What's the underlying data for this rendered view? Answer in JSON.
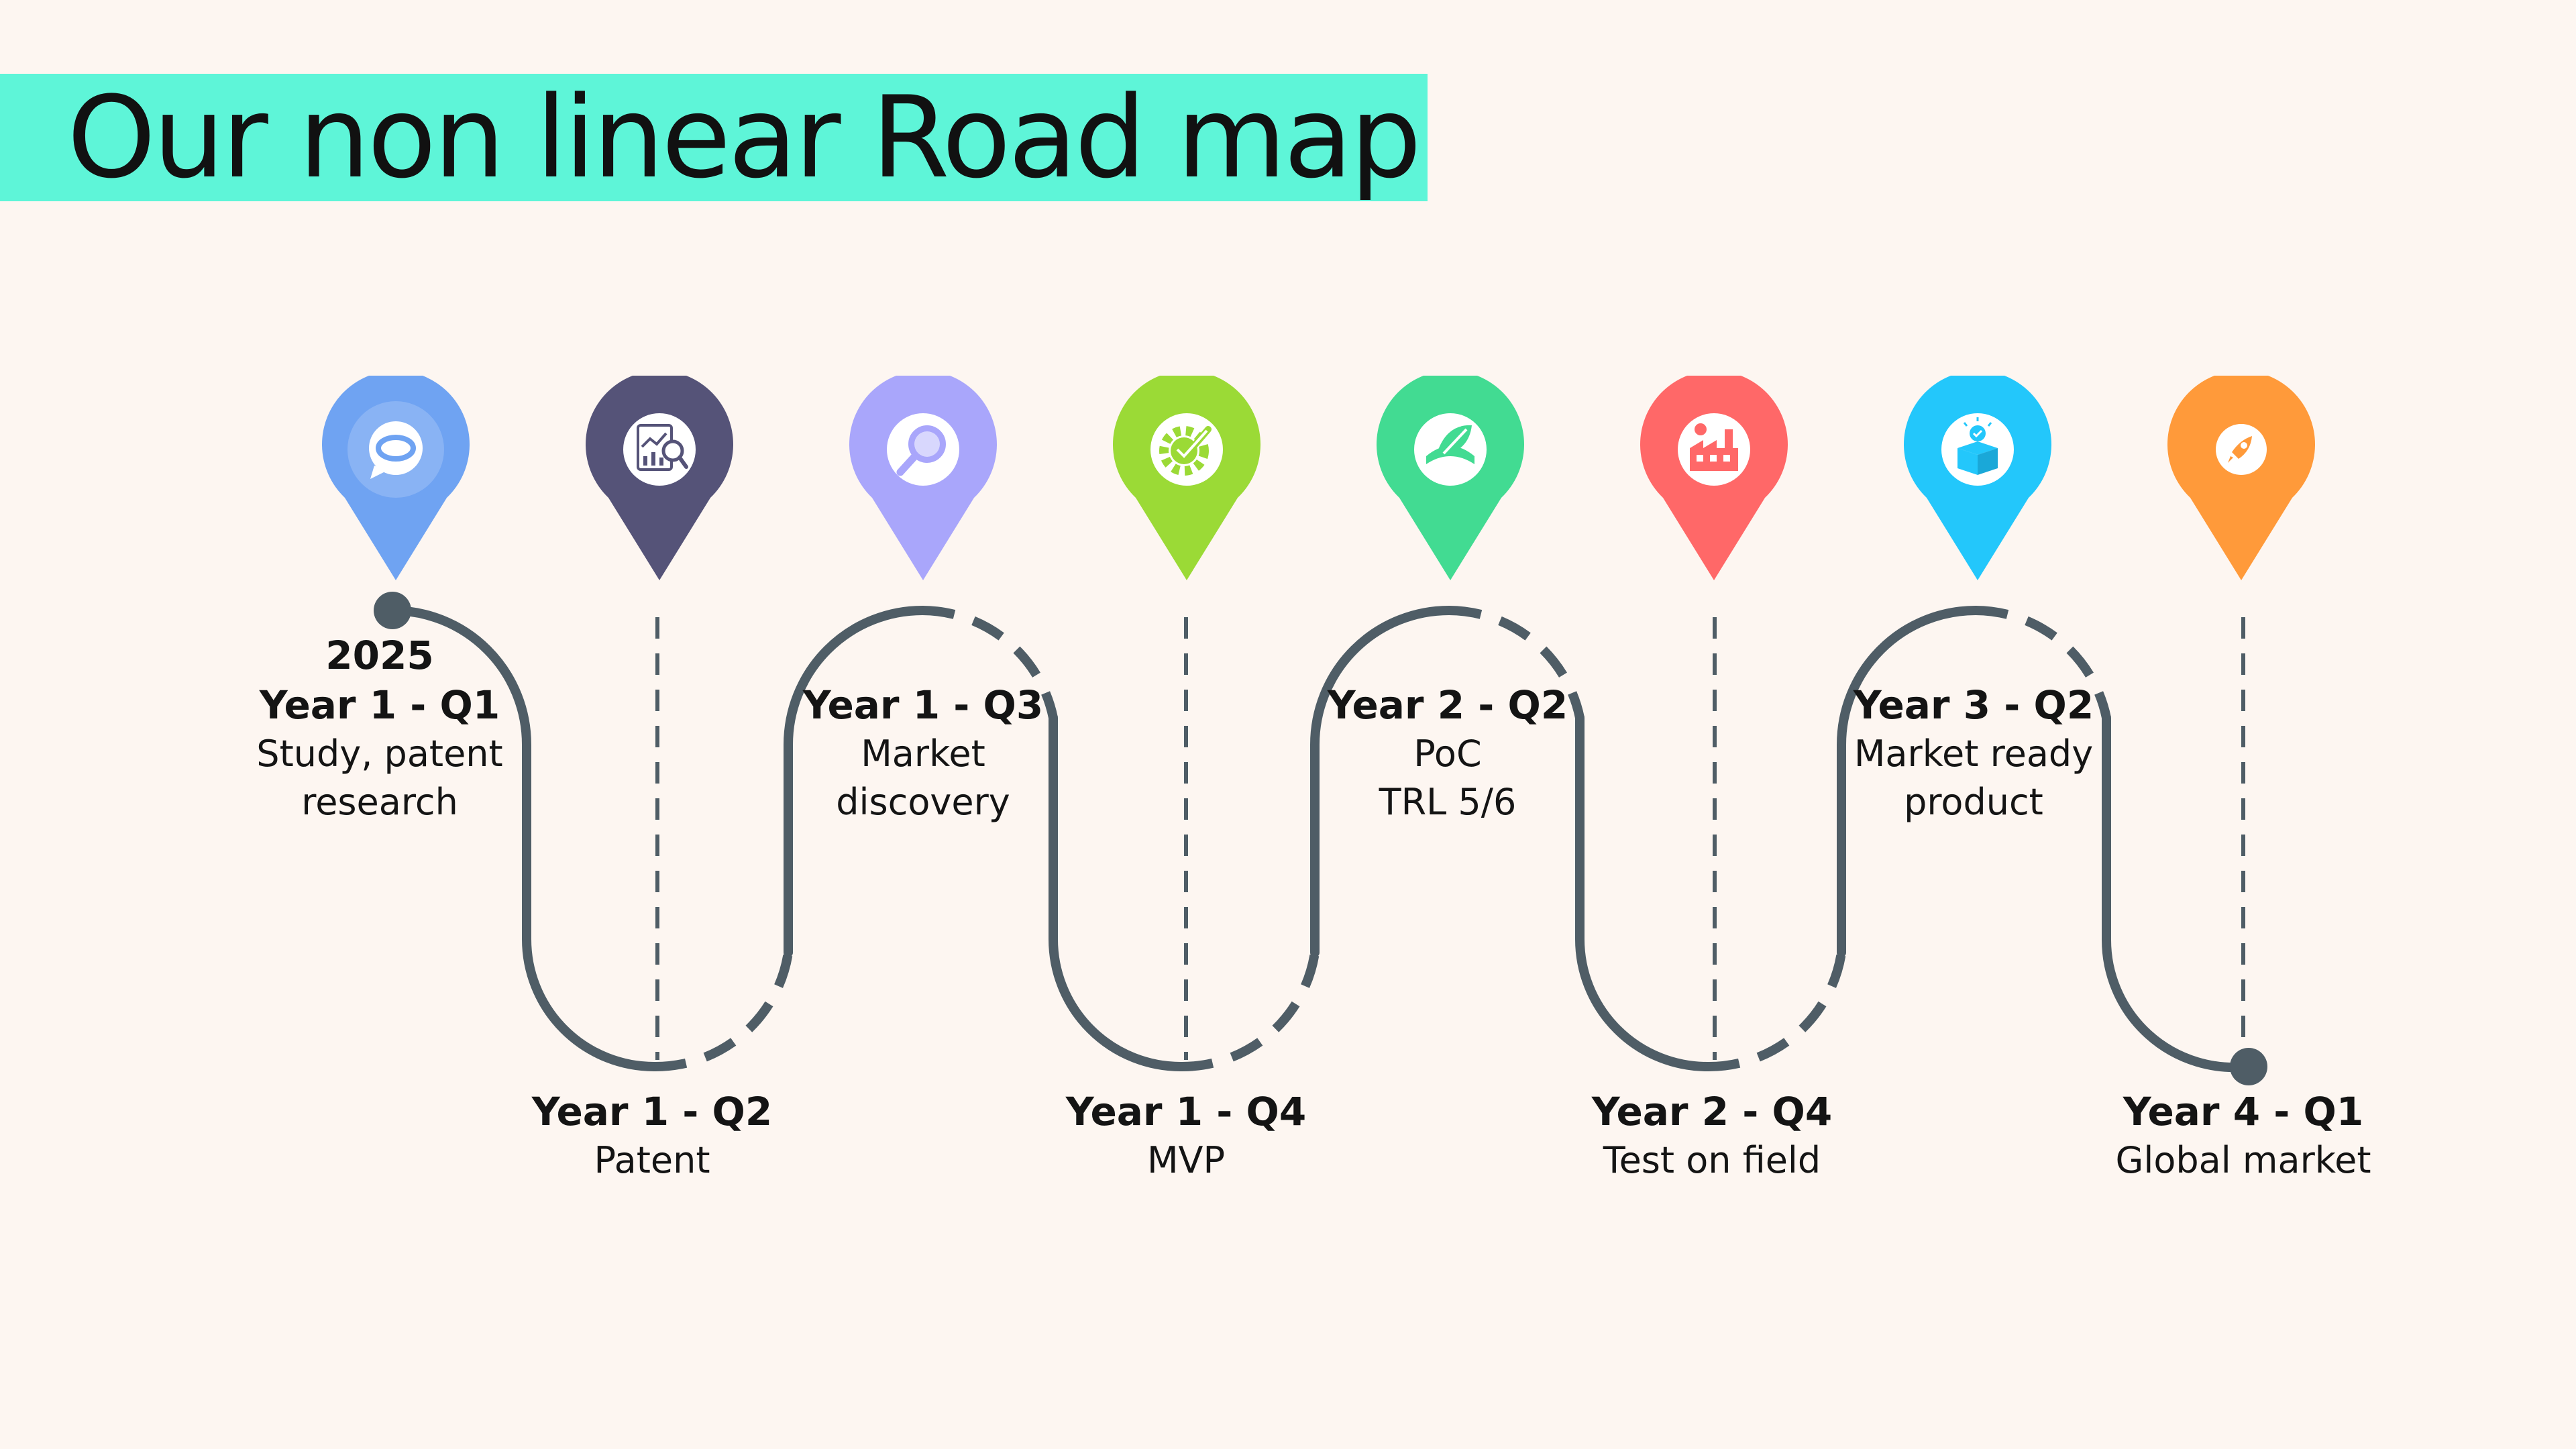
{
  "title": "Our non linear Road map",
  "colors": {
    "title_band": "#5EF5D8",
    "road": "#4F5D66",
    "background": "#FDF6F1"
  },
  "milestones": [
    {
      "year": "2025",
      "period": "Year 1 - Q1",
      "text": "Study, patent",
      "text2": "research",
      "icon": "chat-bubble-icon",
      "pin_color": "#6FA3F2"
    },
    {
      "period": "Year 1 - Q2",
      "text": "Patent",
      "icon": "report-analysis-icon",
      "pin_color": "#555378"
    },
    {
      "period": "Year 1 - Q3",
      "text": "Market",
      "text2": "discovery",
      "icon": "magnifier-icon",
      "pin_color": "#A9A6FB"
    },
    {
      "period": "Year 1 - Q4",
      "text": "MVP",
      "icon": "gear-check-icon",
      "pin_color": "#9BDA36"
    },
    {
      "period": "Year 2 - Q2",
      "text": "PoC",
      "text2": "TRL 5/6",
      "icon": "leaf-book-icon",
      "pin_color": "#42DB92"
    },
    {
      "period": "Year 2 - Q4",
      "text": "Test on field",
      "icon": "factory-icon",
      "pin_color": "#FF6868"
    },
    {
      "period": "Year 3 - Q2",
      "text": "Market ready",
      "text2": "product",
      "icon": "product-box-icon",
      "pin_color": "#23C7FB"
    },
    {
      "period": "Year 4 - Q1",
      "text": "Global market",
      "icon": "rocket-icon",
      "pin_color": "#FF9A3A"
    }
  ]
}
